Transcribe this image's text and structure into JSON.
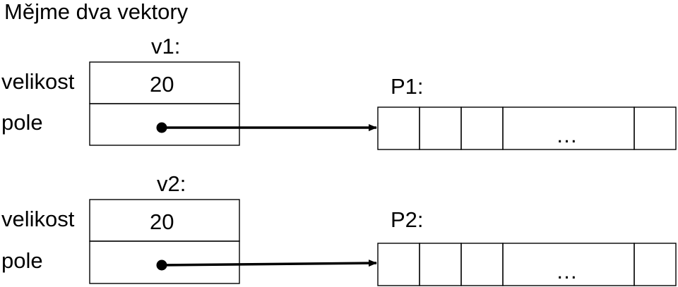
{
  "title": "Mějme dva vektory",
  "vectors": [
    {
      "name": "v1:",
      "size_label": "velikost",
      "size_value": "20",
      "pole_label": "pole",
      "target": "P1:"
    },
    {
      "name": "v2:",
      "size_label": "velikost",
      "size_value": "20",
      "pole_label": "pole",
      "target": "P2:"
    }
  ],
  "arrays": [
    {
      "name": "P1:",
      "ellipsis": "…"
    },
    {
      "name": "P2:",
      "ellipsis": "…"
    }
  ],
  "colors": {
    "stroke": "#000000",
    "background": "#ffffff"
  }
}
